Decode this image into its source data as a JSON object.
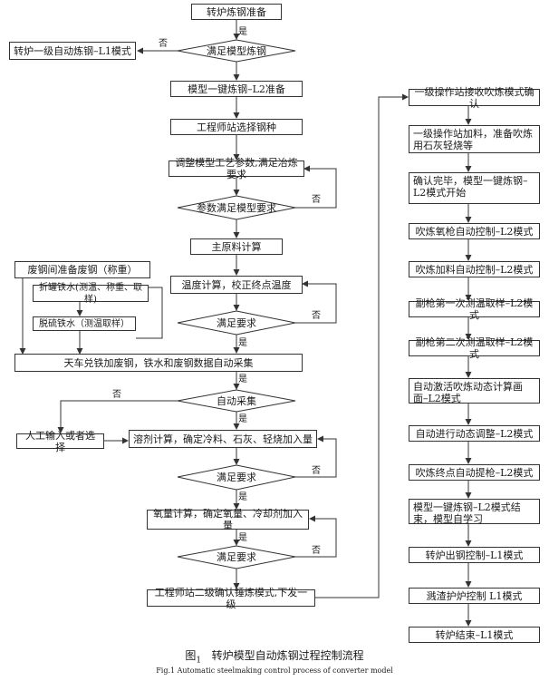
{
  "nodes": {
    "n_prep": "转炉炼钢准备",
    "d_model": "满足模型炼钢",
    "n_l1_left": "转炉一级自动炼钢–L1模式",
    "n_l2_prep": "模型一键炼钢–L2准备",
    "n_select": "工程师站选择钢种",
    "n_adjust": "调整模型工艺参数,满足冶炼要求",
    "d_param": "参数满足模型要求",
    "n_main_calc": "主原料计算",
    "n_temp": "温度计算，校正终点温度",
    "d_req1": "满足要求",
    "n_scrap": "废钢间准备废钢（称重）",
    "n_iron": "折罐铁水(测温、称重、取样)",
    "n_desulf": "脱硫铁水（测温取样）",
    "n_crane": "天车兑铁加废钢，铁水和废钢数据自动采集",
    "d_auto": "自动采集",
    "n_manual": "人工输入或者选择",
    "n_slag": "溶剂计算，确定冷料、石灰、轻烧加入量",
    "d_req2": "满足要求",
    "n_oxygen": "氧量计算，确定氧量、冷却剂加入量",
    "d_req3": "满足要求",
    "n_send": "工程师站二级确认锤炼模式,下发一级",
    "r1": "一级操作站接收吹炼模式确认",
    "r2": "一级操作站加料，准备吹炼用石灰轻烧等",
    "r3": "确认完毕，模型一键炼钢–L2模式开始",
    "r4": "吹炼氧枪自动控制–L2模式",
    "r5": "吹炼加料自动控制–L2模式",
    "r6": "副枪第一次测温取样–L2模式",
    "r7": "副枪第二次测温取样–L2模式",
    "r8": "自动激活吹炼动态计算画面–L2模式",
    "r9": "自动进行动态调整–L2模式",
    "r10": "吹炼终点自动提枪–L2模式",
    "r11": "模型一键炼钢–L2模式结束，模型自学习",
    "r12": "转炉出钢控制–L1模式",
    "r13": "溅渣护炉控制 L1模式",
    "r14": "转炉结束–L1模式"
  },
  "labels": {
    "yes": "是",
    "no": "否"
  },
  "caption": {
    "cn_prefix": "图",
    "cn_num": "1",
    "cn_title": "转炉模型自动炼钢过程控制流程",
    "en": "Fig.1   Automatic steelmaking control process of converter model"
  }
}
